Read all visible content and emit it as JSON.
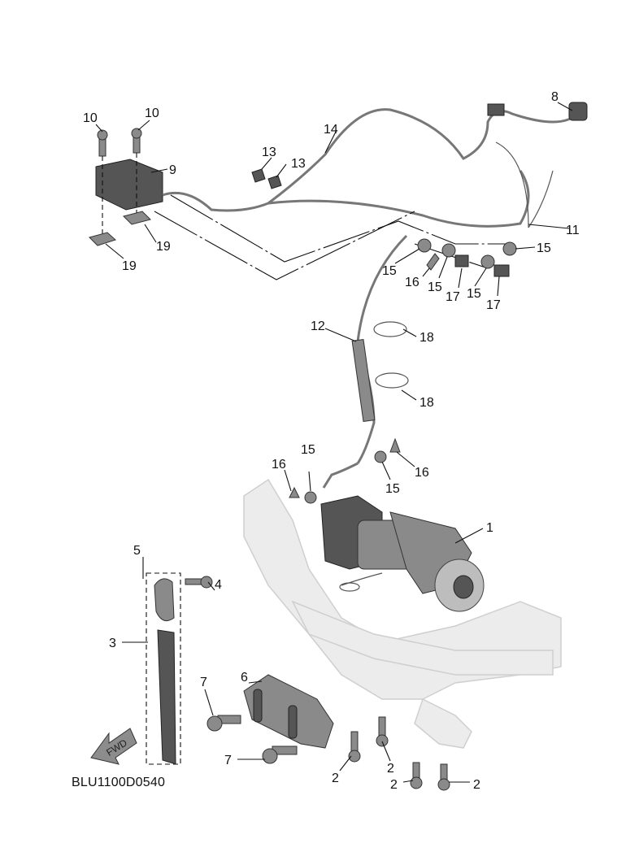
{
  "diagram": {
    "type": "exploded-parts-diagram",
    "subject": "Winch assembly",
    "drawing_code": "BLU1100D0540",
    "direction_badge": "FWD",
    "callouts": [
      {
        "id": "c1",
        "label": "1"
      },
      {
        "id": "c2a",
        "label": "2"
      },
      {
        "id": "c2b",
        "label": "2"
      },
      {
        "id": "c2c",
        "label": "2"
      },
      {
        "id": "c2d",
        "label": "2"
      },
      {
        "id": "c3",
        "label": "3"
      },
      {
        "id": "c4",
        "label": "4"
      },
      {
        "id": "c5",
        "label": "5"
      },
      {
        "id": "c6",
        "label": "6"
      },
      {
        "id": "c7a",
        "label": "7"
      },
      {
        "id": "c7b",
        "label": "7"
      },
      {
        "id": "c8",
        "label": "8"
      },
      {
        "id": "c9",
        "label": "9"
      },
      {
        "id": "c10a",
        "label": "10"
      },
      {
        "id": "c10b",
        "label": "10"
      },
      {
        "id": "c11",
        "label": "11"
      },
      {
        "id": "c12",
        "label": "12"
      },
      {
        "id": "c13a",
        "label": "13"
      },
      {
        "id": "c13b",
        "label": "13"
      },
      {
        "id": "c14",
        "label": "14"
      },
      {
        "id": "c15a",
        "label": "15"
      },
      {
        "id": "c15b",
        "label": "15"
      },
      {
        "id": "c15c",
        "label": "15"
      },
      {
        "id": "c15d",
        "label": "15"
      },
      {
        "id": "c15e",
        "label": "15"
      },
      {
        "id": "c15f",
        "label": "15"
      },
      {
        "id": "c16a",
        "label": "16"
      },
      {
        "id": "c16b",
        "label": "16"
      },
      {
        "id": "c16c",
        "label": "16"
      },
      {
        "id": "c17a",
        "label": "17"
      },
      {
        "id": "c17b",
        "label": "17"
      },
      {
        "id": "c18a",
        "label": "18"
      },
      {
        "id": "c18b",
        "label": "18"
      },
      {
        "id": "c19a",
        "label": "19"
      },
      {
        "id": "c19b",
        "label": "19"
      }
    ]
  }
}
